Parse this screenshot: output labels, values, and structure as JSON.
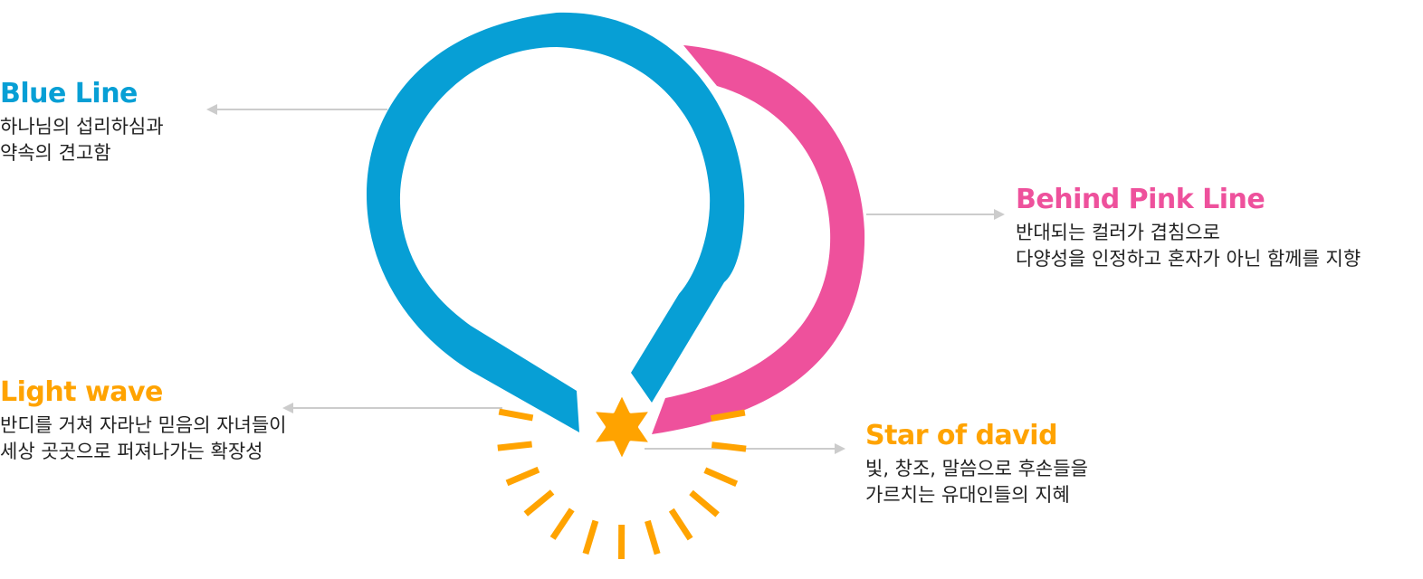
{
  "colors": {
    "blue": "#079fd5",
    "pink": "#ee519c",
    "orange": "#ffa300",
    "pointer": "#cccccc",
    "body_text": "#222222"
  },
  "callouts": {
    "blue_line": {
      "title": "Blue Line",
      "line1": "하나님의 섭리하심과",
      "line2": "약속의 견고함"
    },
    "pink_line": {
      "title": "Behind Pink Line",
      "line1": "반대되는 컬러가 겹침으로",
      "line2": "다양성을 인정하고 혼자가 아닌 함께를 지향"
    },
    "light_wave": {
      "title": "Light wave",
      "line1": "반디를 거쳐 자라난 믿음의 자녀들이",
      "line2": "세상 곳곳으로 퍼져나가는 확장성"
    },
    "star_of_david": {
      "title": "Star of david",
      "line1": "빛, 창조, 말씀으로 후손들을",
      "line2": "가르치는 유대인들의 지혜"
    }
  }
}
